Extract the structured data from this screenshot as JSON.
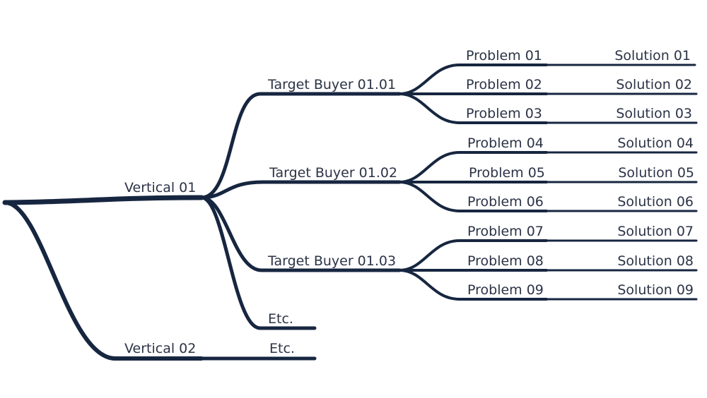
{
  "colors": {
    "line": "#172640",
    "text": "#2b3346",
    "background": "#ffffff"
  },
  "mindmap": {
    "verticals": [
      {
        "label": "Vertical 01",
        "buyers": [
          {
            "label": "Target Buyer 01.01",
            "items": [
              {
                "problem": "Problem 01",
                "solution": "Solution 01"
              },
              {
                "problem": "Problem 02",
                "solution": "Solution 02"
              },
              {
                "problem": "Problem 03",
                "solution": "Solution 03"
              }
            ]
          },
          {
            "label": "Target Buyer 01.02",
            "items": [
              {
                "problem": "Problem 04",
                "solution": "Solution 04"
              },
              {
                "problem": "Problem 05",
                "solution": "Solution 05"
              },
              {
                "problem": "Problem 06",
                "solution": "Solution 06"
              }
            ]
          },
          {
            "label": "Target Buyer 01.03",
            "items": [
              {
                "problem": "Problem 07",
                "solution": "Solution 07"
              },
              {
                "problem": "Problem 08",
                "solution": "Solution 08"
              },
              {
                "problem": "Problem 09",
                "solution": "Solution 09"
              }
            ]
          }
        ],
        "etc": "Etc."
      },
      {
        "label": "Vertical 02",
        "etc": "Etc."
      }
    ]
  }
}
